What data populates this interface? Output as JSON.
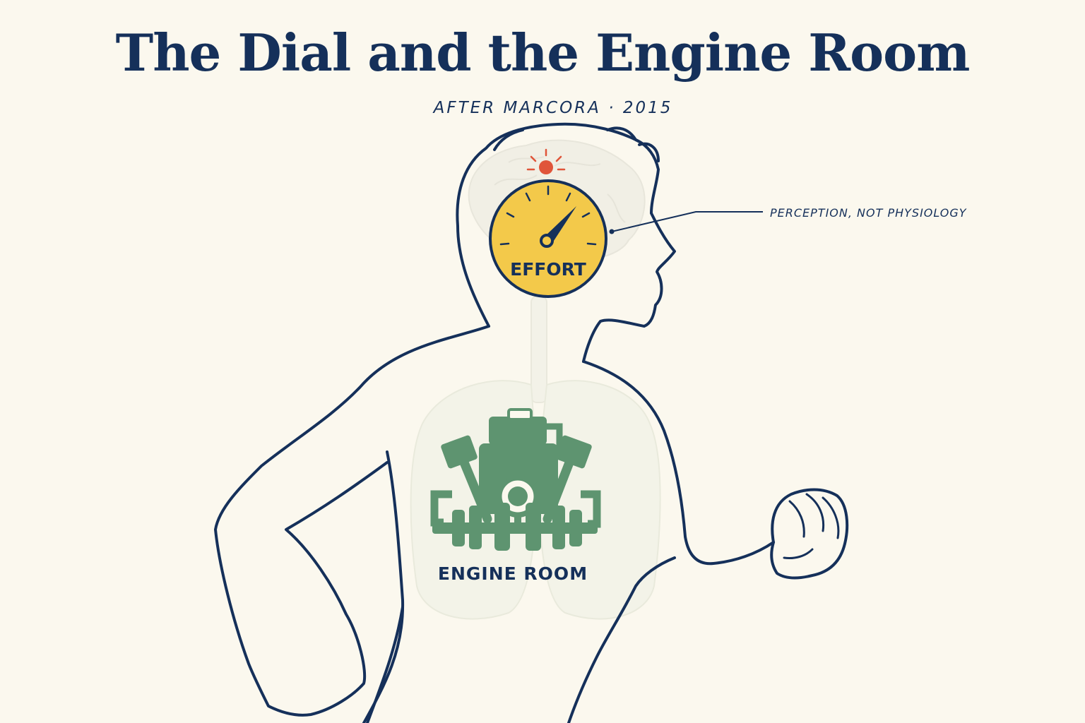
{
  "header": {
    "title": "The Dial and the Engine Room",
    "subtitle": "AFTER MARCORA · 2015"
  },
  "diagram": {
    "dial_label": "EFFORT",
    "engine_label": "ENGINE ROOM",
    "callout_text": "PERCEPTION, NOT PHYSIOLOGY"
  },
  "colors": {
    "outline": "#15305a",
    "background": "#fbf8ee",
    "dial": "#f3c94a",
    "engine": "#5e9470",
    "alert": "#e0553a"
  },
  "icons": [
    "alert-light-icon",
    "effort-dial-icon",
    "engine-icon"
  ]
}
